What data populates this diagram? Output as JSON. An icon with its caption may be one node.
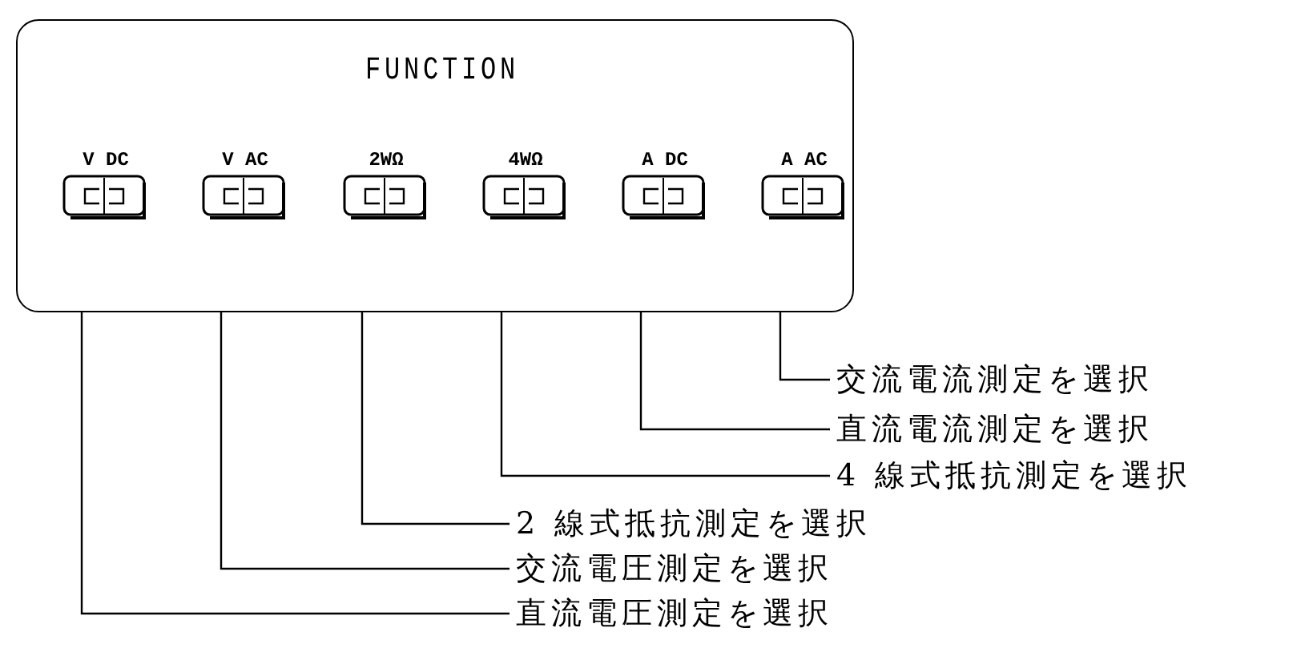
{
  "diagram": {
    "nodes": [
      {
        "text": [
          "FUNCTION"
        ]
      },
      {
        "text": [
          "V DC"
        ],
        "in": 0
      },
      {
        "text": [
          "V AC"
        ],
        "in": 0
      },
      {
        "text": [
          "2WΩ"
        ],
        "in": 0
      },
      {
        "text": [
          "4WΩ"
        ],
        "in": 0
      },
      {
        "text": [
          "A DC"
        ],
        "in": 0
      },
      {
        "text": [
          "A AC"
        ],
        "in": 0
      },
      {
        "text": [
          "交流電流測定を選択"
        ]
      },
      {
        "text": [
          "直流電流測定を選択"
        ]
      },
      {
        "text": [
          "4 線式抵抗測定を選択"
        ]
      },
      {
        "text": [
          "2 線式抵抗測定を選択"
        ]
      },
      {
        "text": [
          "交流電圧測定を選択"
        ]
      },
      {
        "text": [
          "直流電圧測定を選択"
        ]
      }
    ],
    "edges": [
      {
        "from": 7,
        "to": 6,
        "arrow": "none"
      },
      {
        "from": 8,
        "to": 5,
        "arrow": "none"
      },
      {
        "from": 9,
        "to": 4,
        "arrow": "none"
      },
      {
        "from": 10,
        "to": 3,
        "arrow": "none"
      },
      {
        "from": 11,
        "to": 2,
        "arrow": "none"
      },
      {
        "from": 12,
        "to": 1,
        "arrow": "none"
      }
    ]
  }
}
